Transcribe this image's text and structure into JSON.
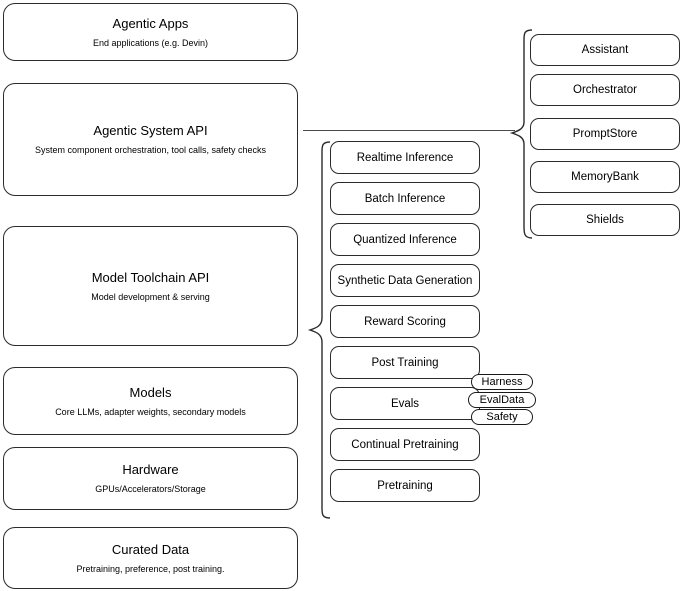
{
  "diagram": {
    "title": "LLM Stack Architecture Diagram",
    "background_color": "#ffffff",
    "stroke_color": "#2b2b2b"
  },
  "layers": [
    {
      "id": "agentic-apps",
      "title": "Agentic Apps",
      "subtitle": "End applications (e.g. Devin)"
    },
    {
      "id": "agentic-system-api",
      "title": "Agentic System API",
      "subtitle": "System component orchestration, tool calls, safety checks"
    },
    {
      "id": "model-toolchain-api",
      "title": "Model Toolchain API",
      "subtitle": "Model development & serving"
    },
    {
      "id": "models",
      "title": "Models",
      "subtitle": "Core LLMs, adapter weights, secondary models"
    },
    {
      "id": "hardware",
      "title": "Hardware",
      "subtitle": "GPUs/Accelerators/Storage"
    },
    {
      "id": "curated-data",
      "title": "Curated Data",
      "subtitle": "Pretraining, preference, post training."
    }
  ],
  "toolchain_components": [
    {
      "id": "realtime-inference",
      "label": "Realtime Inference"
    },
    {
      "id": "batch-inference",
      "label": "Batch Inference"
    },
    {
      "id": "quantized-inference",
      "label": "Quantized Inference"
    },
    {
      "id": "synthetic-data-generation",
      "label": "Synthetic Data Generation"
    },
    {
      "id": "reward-scoring",
      "label": "Reward Scoring"
    },
    {
      "id": "post-training",
      "label": "Post Training"
    },
    {
      "id": "evals",
      "label": "Evals"
    },
    {
      "id": "continual-pretraining",
      "label": "Continual Pretraining"
    },
    {
      "id": "pretraining",
      "label": "Pretraining"
    }
  ],
  "evals_badges": [
    {
      "id": "harness",
      "label": "Harness"
    },
    {
      "id": "evaldata",
      "label": "EvalData"
    },
    {
      "id": "safety",
      "label": "Safety"
    }
  ],
  "system_components": [
    {
      "id": "assistant",
      "label": "Assistant"
    },
    {
      "id": "orchestrator",
      "label": "Orchestrator"
    },
    {
      "id": "promptstore",
      "label": "PromptStore"
    },
    {
      "id": "memorybank",
      "label": "MemoryBank"
    },
    {
      "id": "shields",
      "label": "Shields"
    }
  ]
}
